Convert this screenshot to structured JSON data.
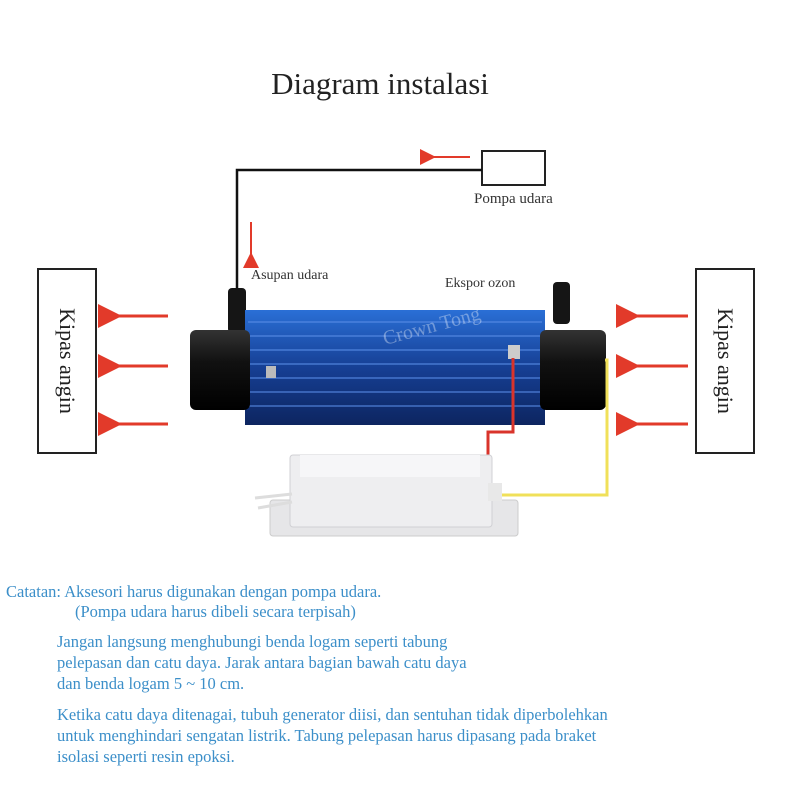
{
  "title": "Diagram instalasi",
  "labels": {
    "air_pump": "Pompa udara",
    "air_intake": "Asupan udara",
    "ozone_export": "Ekspor ozon",
    "fan_left": "Kipas angin",
    "fan_right": "Kipas angin"
  },
  "watermark": "Crown Tong",
  "notes": {
    "line1": "Catatan: Aksesori harus digunakan dengan pompa udara.",
    "line2": "(Pompa udara harus dibeli secara terpisah)",
    "para2": [
      "Jangan langsung menghubungi benda logam seperti tabung",
      "pelepasan dan catu daya. Jarak antara bagian bawah catu daya",
      "dan benda logam 5 ~ 10 cm."
    ],
    "para3": [
      "Ketika catu daya ditenagai, tubuh generator diisi, dan sentuhan tidak diperbolehkan",
      "untuk menghindari sengatan listrik. Tabung pelepasan harus dipasang pada braket",
      "isolasi seperti resin epoksi."
    ]
  },
  "colors": {
    "arrow": "#e23a2a",
    "tube": "#1f4fa8",
    "note_text": "#3c8fc9",
    "red_wire": "#d9342b",
    "yellow_wire": "#f0e05a"
  }
}
